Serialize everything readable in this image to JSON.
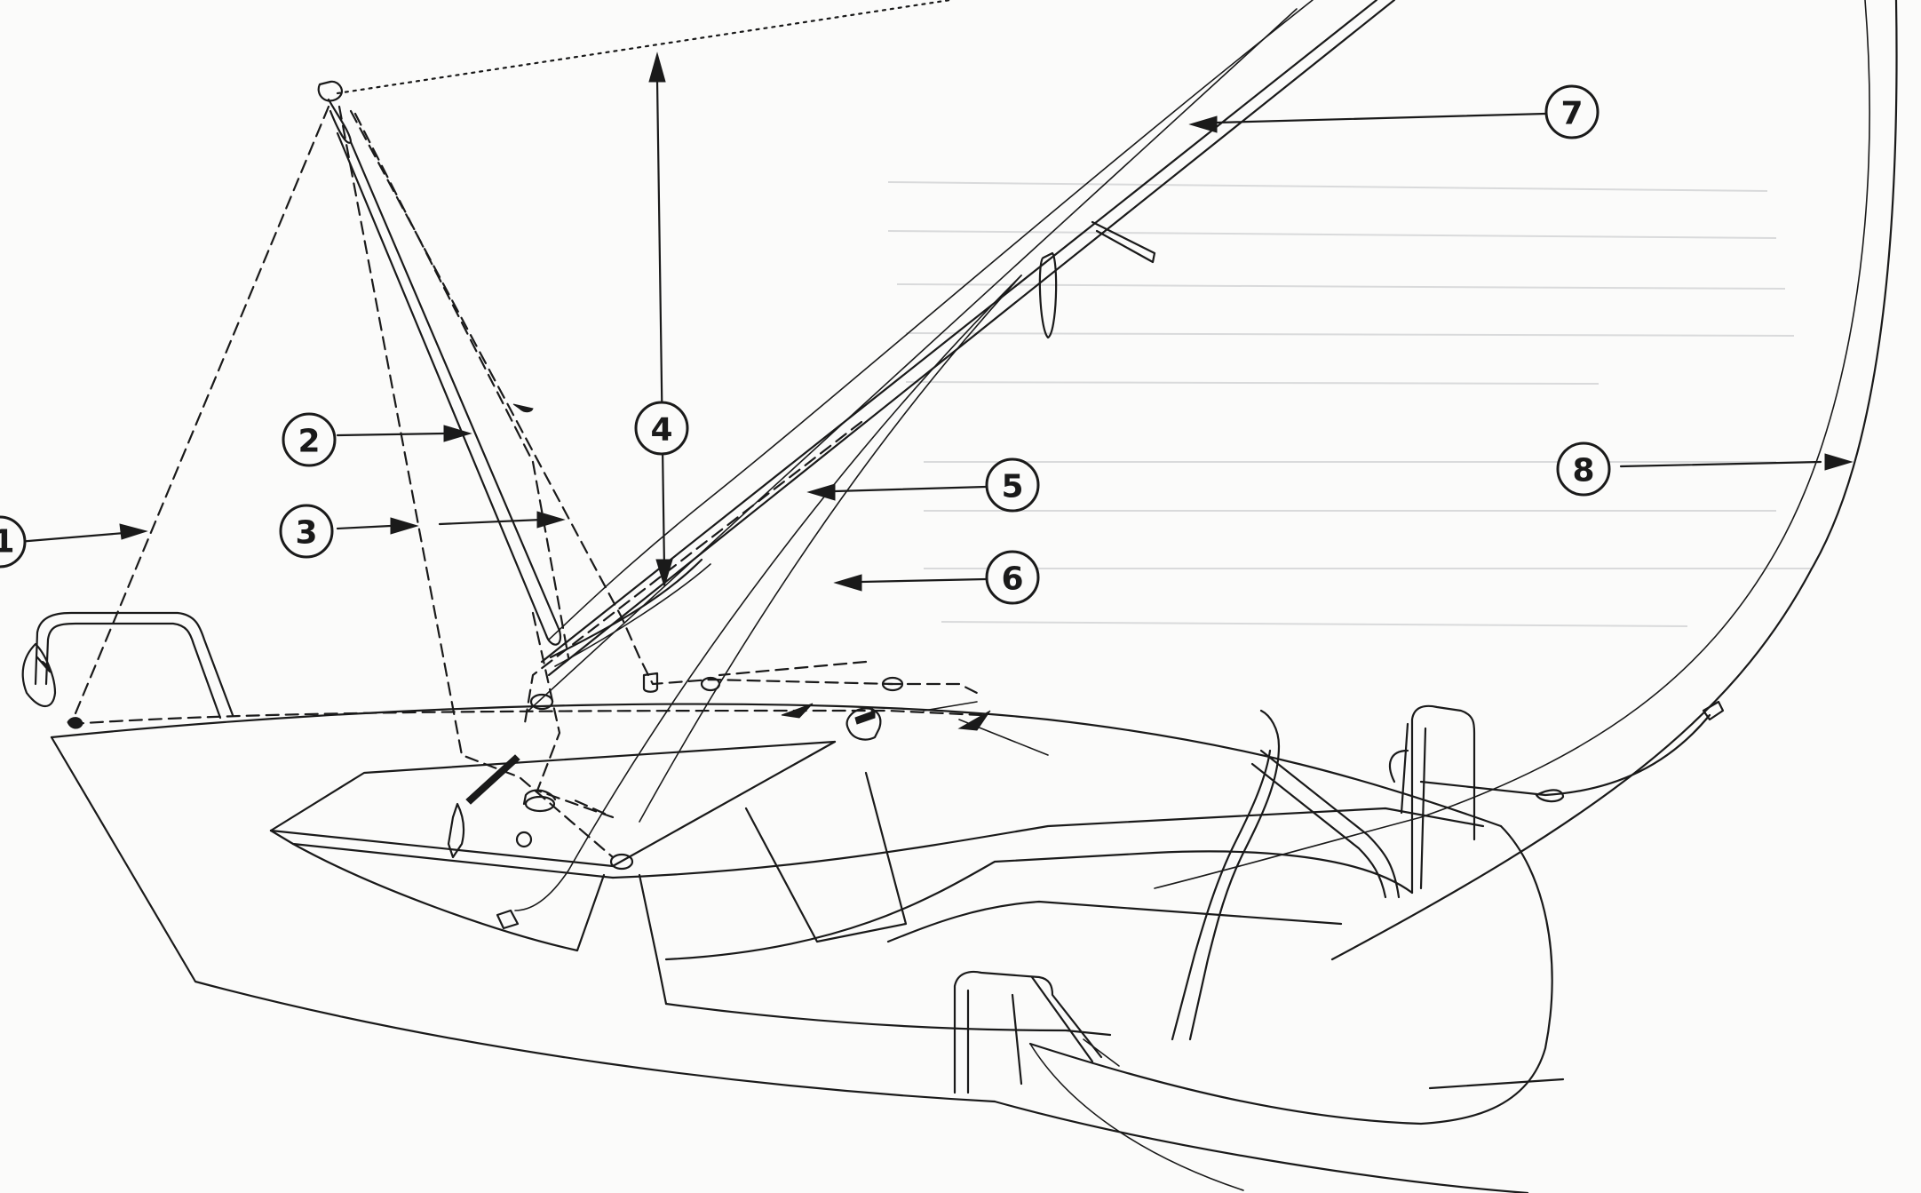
{
  "diagram": {
    "callouts": [
      {
        "id": "1",
        "label": "1"
      },
      {
        "id": "2",
        "label": "2"
      },
      {
        "id": "3",
        "label": "3"
      },
      {
        "id": "4",
        "label": "4"
      },
      {
        "id": "5",
        "label": "5"
      },
      {
        "id": "6",
        "label": "6"
      },
      {
        "id": "7",
        "label": "7"
      },
      {
        "id": "8",
        "label": "8"
      }
    ],
    "colors": {
      "ink": "#1a1a1a",
      "paper": "#fbfbfa"
    }
  }
}
